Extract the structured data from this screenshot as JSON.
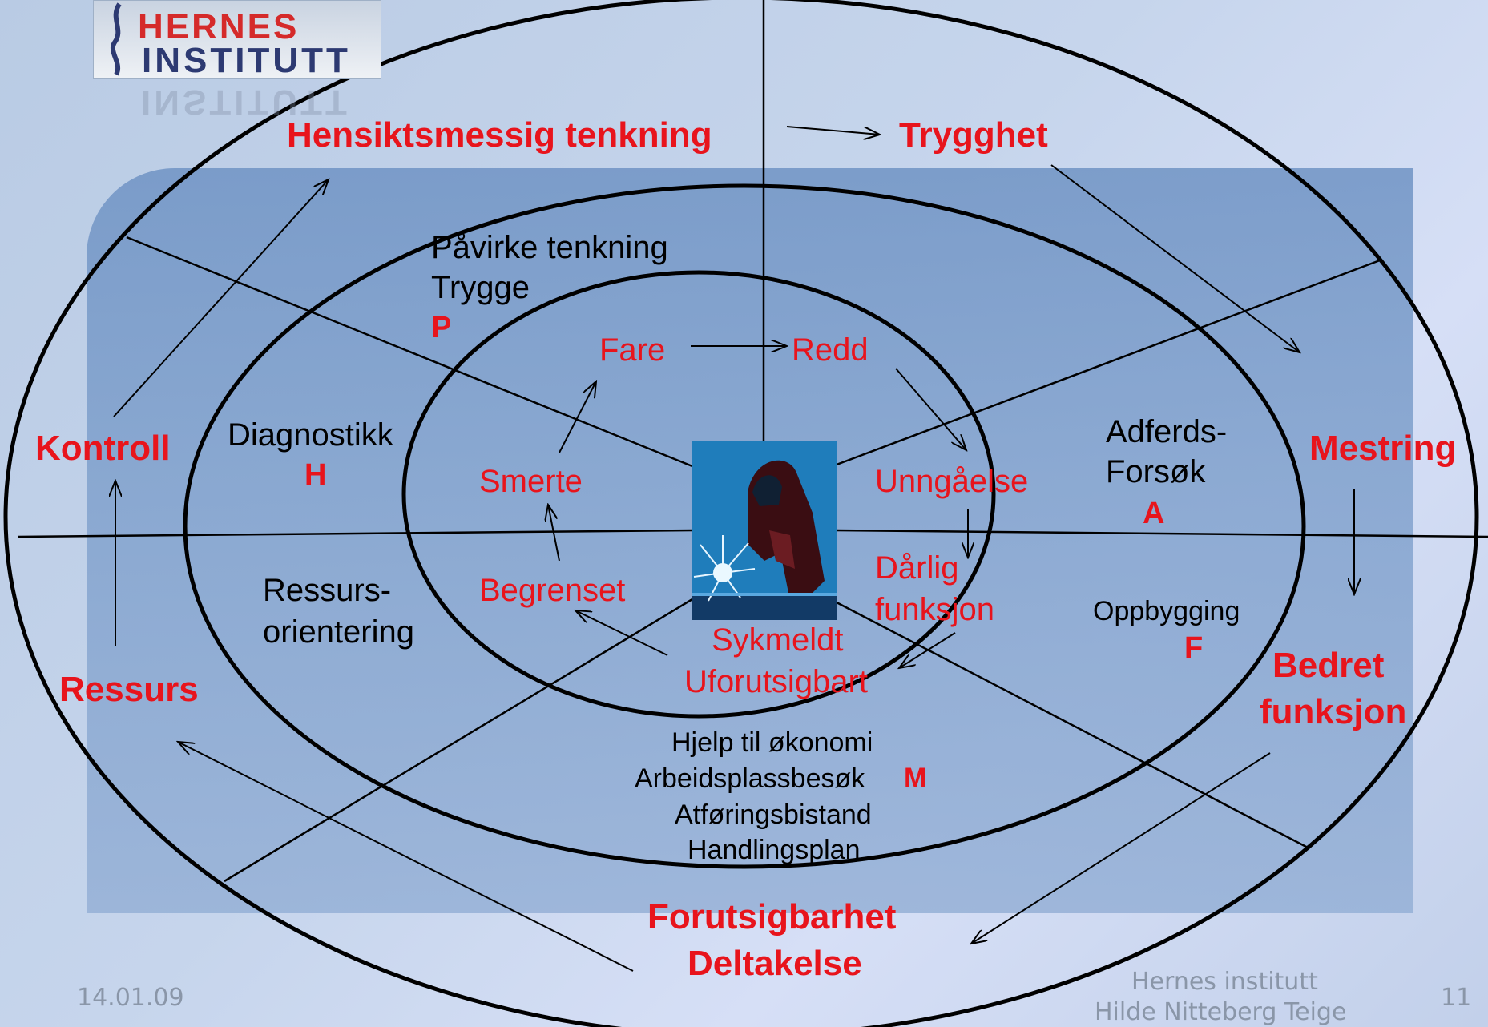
{
  "logo": {
    "line1": "HERNES",
    "line2": "INSTITUTT"
  },
  "outer_ring": {
    "top_left": "Hensiktsmessig tenkning",
    "top_right": "Trygghet",
    "left": "Kontroll",
    "right": "Mestring",
    "lower_left": "Ressurs",
    "lower_right_line1": "Bedret",
    "lower_right_line2": "funksjon",
    "bottom_line1": "Forutsigbarhet",
    "bottom_line2": "Deltakelse"
  },
  "middle_ring": {
    "top_line1": "Påvirke tenkning",
    "top_line2": "Trygge",
    "top_letter": "P",
    "left": "Diagnostikk",
    "left_letter": "H",
    "right_line1": "Adferds-",
    "right_line2": "Forsøk",
    "right_letter": "A",
    "lower_left_line1": "Ressurs-",
    "lower_left_line2": "orientering",
    "lower_right": "Oppbygging",
    "lower_right_letter": "F",
    "bottom_line1": "Hjelp til økonomi",
    "bottom_line2": "Arbeidsplassbesøk",
    "bottom_letter": "M",
    "bottom_line3": "Atføringsbistand",
    "bottom_line4": "Handlingsplan"
  },
  "inner_ring": {
    "fare": "Fare",
    "redd": "Redd",
    "smerte": "Smerte",
    "unngaelse": "Unngåelse",
    "begrenset": "Begrenset",
    "darlig_line1": "Dårlig",
    "darlig_line2": "funksjon",
    "sykmeldt": "Sykmeldt",
    "uforutsigbart": "Uforutsigbart"
  },
  "footer": {
    "date": "14.01.09",
    "org": "Hernes institutt",
    "author": "Hilde Nitteberg Teige",
    "page": "11"
  },
  "colors": {
    "accent_red": "#e8141c",
    "ring_stroke": "#000000",
    "panel_blue": "#7fa0cc"
  }
}
